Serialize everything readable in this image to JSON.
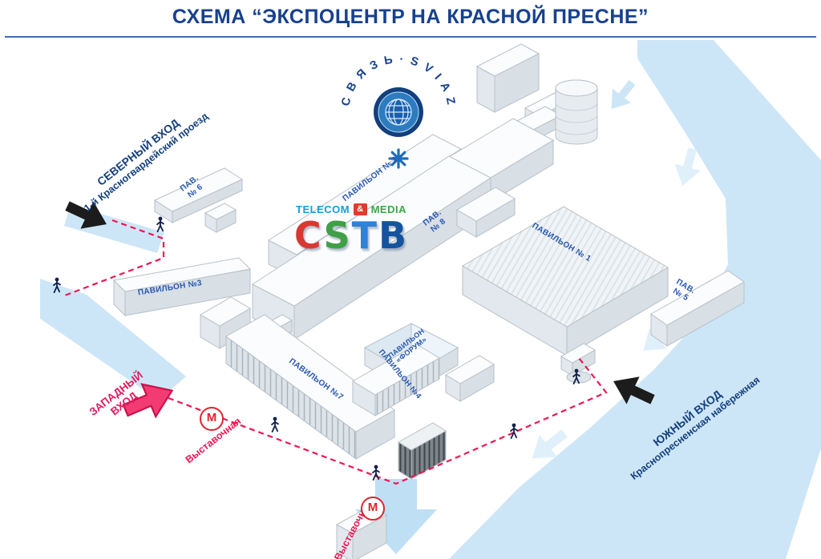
{
  "title": "СХЕМА “ЭКСПОЦЕНТР НА КРАСНОЙ ПРЕСНЕ”",
  "entrances": {
    "north": {
      "line1": "СЕВЕРНЫЙ ВХОД",
      "line2": "1-й Красногвардейский проезд"
    },
    "west": {
      "line1": "ЗАПАДНЫЙ",
      "line2": "ВХОД"
    },
    "south": {
      "line1": "ЮЖНЫЙ ВХОД",
      "line2": "Краснопресненская набережная"
    }
  },
  "metro": {
    "letter": "М",
    "west_station": "Выставочная",
    "south_station": "Выставочная"
  },
  "pavilions": {
    "p1": "ПАВИЛЬОН № 1",
    "p2": "ПАВИЛЬОН № 2",
    "p3": "ПАВИЛЬОН №3",
    "p4": "ПАВИЛЬОН №4",
    "p5_line1": "ПАВ.",
    "p5_line2": "№ 5",
    "p6_line1": "ПАВ.",
    "p6_line2": "№ 6",
    "p7": "ПАВИЛЬОН №7",
    "p8_line1": "ПАВ.",
    "p8_line2": "№ 8",
    "forum_line1": "ПАВИЛЬОН",
    "forum_line2": "«ФОРУМ»"
  },
  "logos": {
    "sviaz_arc": "С В Я З Ь  ·  S V I A Z",
    "telecom": "TELECOM",
    "ampersand": "&",
    "media": "MEDIA",
    "cstb": {
      "c": "C",
      "s": "S",
      "t": "T",
      "b": "B"
    }
  },
  "colors": {
    "accent_blue": "#17418f",
    "path_red": "#ef1652",
    "water": "#cde6f7"
  }
}
